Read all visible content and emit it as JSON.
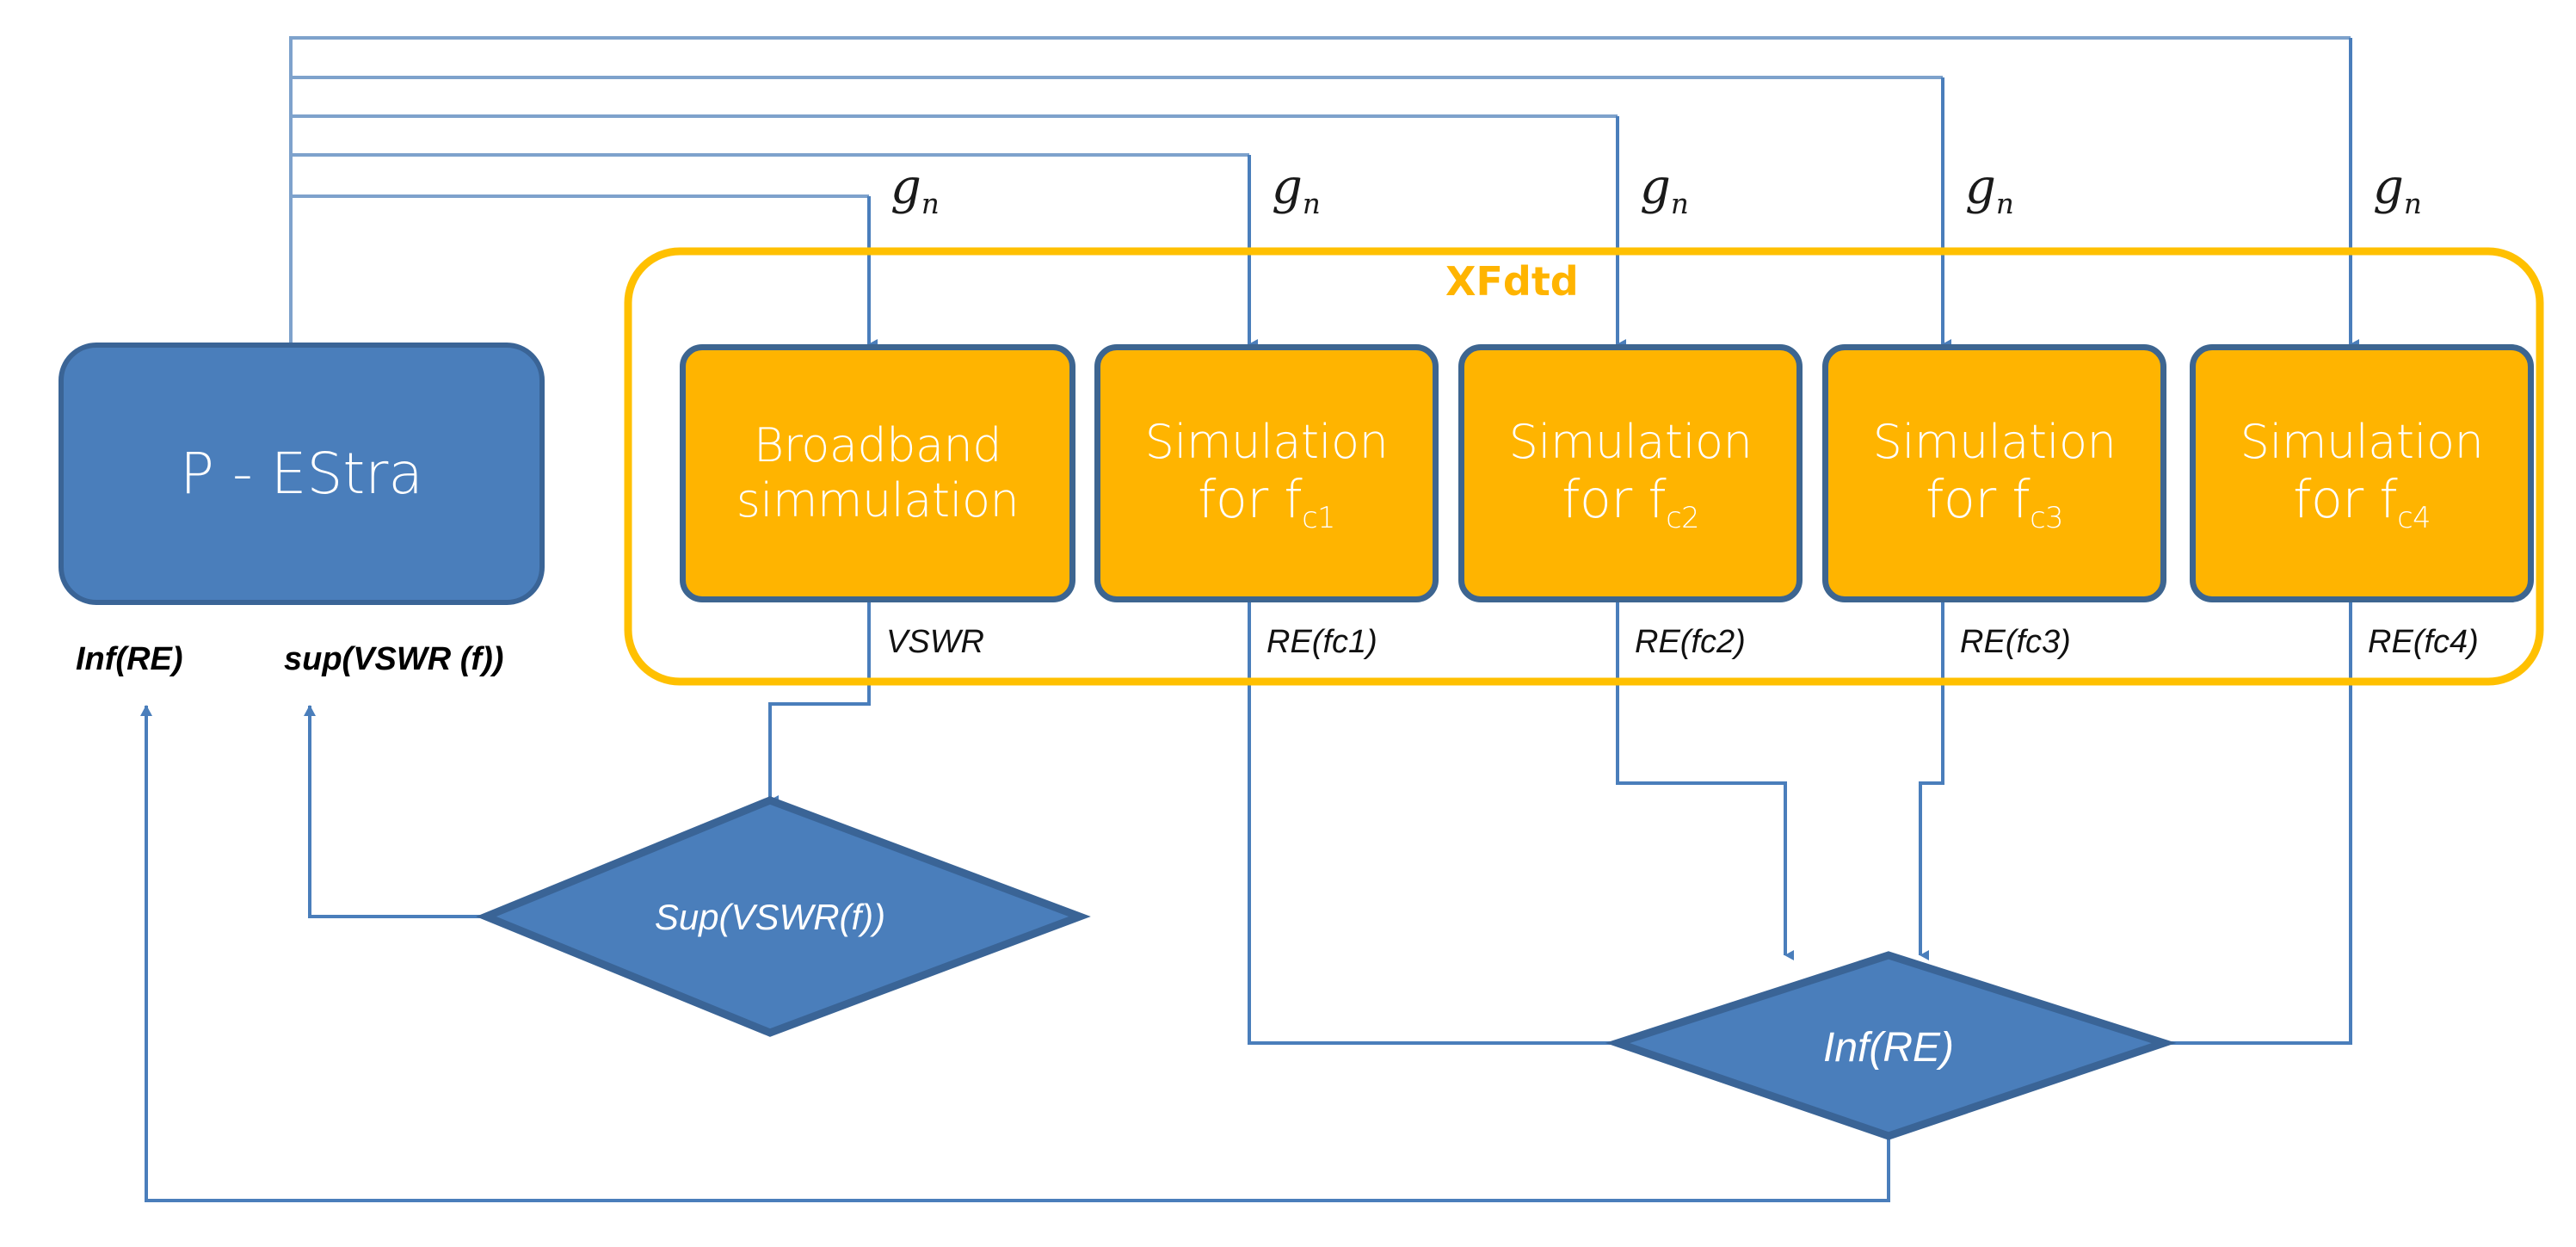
{
  "diagram": {
    "title": "XFdtd optimization flow",
    "colors": {
      "orange_fill": "#ffb400",
      "orange_outline": "#ffc000",
      "blue_fill": "#4a7ebb",
      "blue_outline": "#3a6496",
      "connector_blue": "#4a7ebb",
      "label_black": "#111111"
    },
    "group": {
      "label": "XFdtd"
    },
    "optimizer": {
      "label": "P - EStra",
      "outputs": [
        {
          "label": "Inf(RE)"
        },
        {
          "label": "sup(VSWR (f))"
        }
      ]
    },
    "simulations": [
      {
        "name": "broadband",
        "line1": "Broadband",
        "line2": "simmulation",
        "input_label": "g",
        "input_sub": "n",
        "output_label": "VSWR"
      },
      {
        "name": "fc1",
        "line1": "Simulation",
        "line2": "for f",
        "line2_sub": "c1",
        "input_label": "g",
        "input_sub": "n",
        "output_label": "RE(fc1)"
      },
      {
        "name": "fc2",
        "line1": "Simulation",
        "line2": "for f",
        "line2_sub": "c2",
        "input_label": "g",
        "input_sub": "n",
        "output_label": "RE(fc2)"
      },
      {
        "name": "fc3",
        "line1": "Simulation",
        "line2": "for f",
        "line2_sub": "c3",
        "input_label": "g",
        "input_sub": "n",
        "output_label": "RE(fc3)"
      },
      {
        "name": "fc4",
        "line1": "Simulation",
        "line2": "for f",
        "line2_sub": "c4",
        "input_label": "g",
        "input_sub": "n",
        "output_label": "RE(fc4)"
      }
    ],
    "decisions": [
      {
        "name": "sup-vswr",
        "label": "Sup(VSWR(f))"
      },
      {
        "name": "inf-re",
        "label": "Inf(RE)"
      }
    ]
  }
}
